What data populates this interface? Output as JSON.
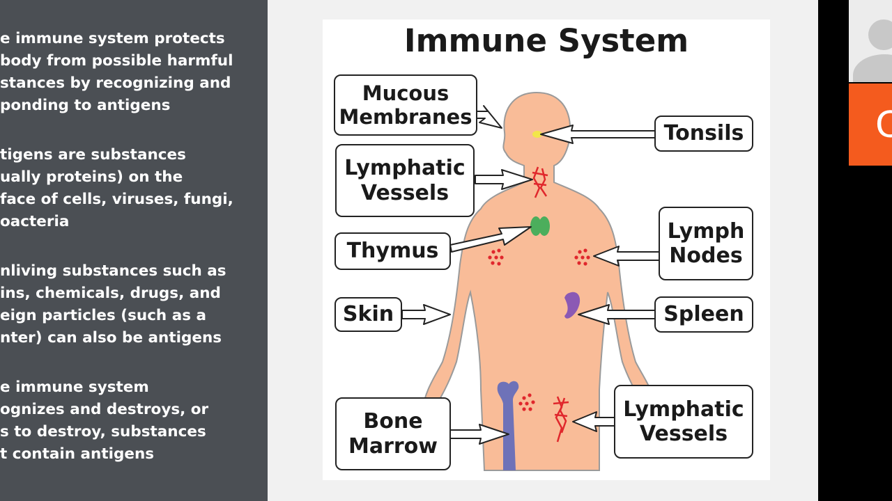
{
  "slide": {
    "bullets": [
      {
        "lines": [
          "e immune system protects",
          "body from possible harmful",
          "stances by recognizing and",
          "ponding to antigens"
        ]
      },
      {
        "lines": [
          "tigens are substances",
          "ually proteins) on the",
          "face of cells, viruses, fungi,",
          "oacteria"
        ]
      },
      {
        "lines": [
          "nliving substances such as",
          "ins, chemicals, drugs, and",
          "eign particles (such as a",
          "nter) can also be antigens"
        ]
      },
      {
        "lines": [
          "e immune system",
          "ognizes and destroys, or",
          "s to destroy, substances",
          "t contain antigens"
        ]
      }
    ]
  },
  "figure": {
    "title": "Immune System",
    "labels": {
      "mucous_membranes": "Mucous\nMembranes",
      "tonsils": "Tonsils",
      "lymphatic_vessels_upper": "Lymphatic\nVessels",
      "thymus": "Thymus",
      "lymph_nodes": "Lymph\nNodes",
      "skin": "Skin",
      "spleen": "Spleen",
      "bone_marrow": "Bone\nMarrow",
      "lymphatic_vessels_lower": "Lymphatic\nVessels"
    },
    "colors": {
      "body": "#f9bc98",
      "body_outline": "#9a9a9a",
      "tonsils": "#f2e64a",
      "vessels": "#e0272c",
      "thymus": "#4cae5c",
      "nodes": "#e0272c",
      "spleen": "#8b59b4",
      "bone": "#6e72b8"
    }
  },
  "video": {
    "participant_avatar": "user-avatar-icon",
    "share_tile_letter": "C"
  }
}
